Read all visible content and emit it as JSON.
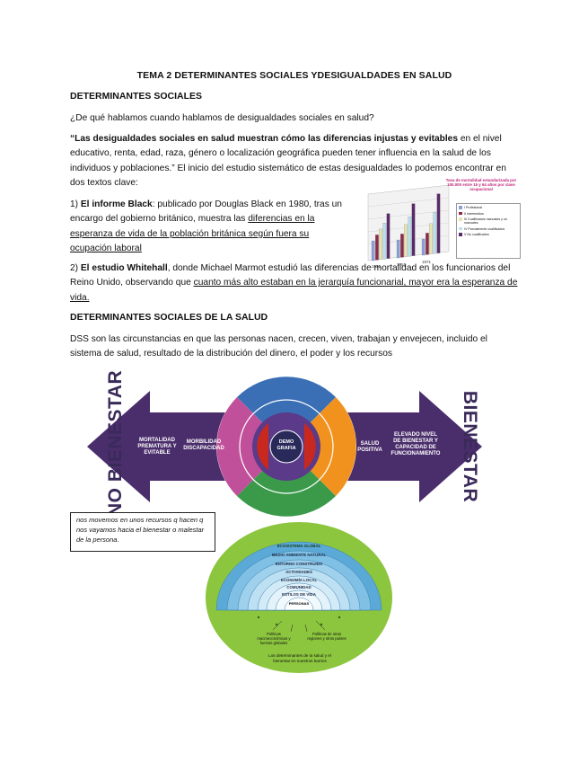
{
  "doc": {
    "title": "TEMA 2 DETERMINANTES SOCIALES YDESIGUALDADES EN SALUD",
    "h1": "DETERMINANTES SOCIALES",
    "question": "¿De qué hablamos cuando hablamos de desigualdades sociales en salud?",
    "quote_bold": "“Las desigualdades sociales en salud muestran cómo las diferencias injustas y evitables",
    "quote_rest": " en el nivel educativo, renta, edad, raza, género o localización geográfica pueden tener influencia en la salud de los individuos y poblaciones.” El inicio del estudio sistemático de estas desigualdades lo podemos encontrar en dos textos clave:",
    "item1_num": "1) ",
    "item1_bold": "El informe Black",
    "item1_text": ": publicado por Douglas Black en 1980, tras un encargo del gobierno británico, muestra las ",
    "item1_under": "diferencias en la esperanza de vida de la población británica según fuera su ocupación laboral",
    "item2_num": "2) ",
    "item2_bold": "El estudio Whitehall",
    "item2_text": ", donde Michael Marmot estudió las diferencias de mortalidad en los funcionarios del Reino Unido, observando que ",
    "item2_under": "cuanto más alto estaban en la jerarquía funcionarial, mayor era la esperanza de vida.",
    "h2": "DETERMINANTES SOCIALES DE LA SALUD",
    "dss_text": "DSS son las circunstancias en que las personas nacen, crecen, viven, trabajan y envejecen, incluido el sistema de salud, resultado de la distribución del dinero, el poder y los recursos",
    "note": "nos movemos en unos recursos q hacen q nos vayamos hacia el bienestar o malestar de la persona."
  },
  "black_chart": {
    "title": "Tasa de mortalidad estandarizada por 100.000 entre 15 y 64 años por clase ocupacional",
    "legend": [
      {
        "label": "I Profesional",
        "color": "#8aa0d6"
      },
      {
        "label": "II Intermedios",
        "color": "#8c2a4a"
      },
      {
        "label": "III Cualificados manuales y no manuales",
        "color": "#e8e4b0"
      },
      {
        "label": "IV Parcialmente cualificados",
        "color": "#b8e0f0"
      },
      {
        "label": "V No cualificados",
        "color": "#5a2a6a"
      }
    ],
    "years": [
      "1921",
      "1951",
      "1971"
    ]
  },
  "dss_diagram": {
    "left_word": "NO BIENESTAR",
    "right_word": "BIENESTAR",
    "left_arrow_1": "MORTALIDAD PREMATURA Y EVITABLE",
    "left_arrow_2": "MORBILIDAD DISCAPACIDAD",
    "right_arrow_1": "SALUD POSITIVA",
    "right_arrow_2": "ELEVADO NIVEL DE BIENESTAR Y CAPACIDAD DE FUNCIONAMIENTO",
    "center": "DEMO GRAFIA",
    "colors": {
      "arrow": "#4a2d6b",
      "purple": "#5b3a8a",
      "blue": "#3a6fb5",
      "orange": "#f2921e",
      "magenta": "#c0509a",
      "green": "#3a9a4a",
      "red": "#c8281e"
    }
  },
  "eco_diagram": {
    "rings": [
      "ECOSISTEMA GLOBAL",
      "MEDIO AMBIENTE NATURAL",
      "ENTORNO CONSTRUIDO",
      "ACTIVIDADES",
      "ECONOMÍA LOCAL",
      "COMUNIDAD",
      "ESTILOS DE VIDA",
      "PERSONAS"
    ],
    "bottom_left": "Políticas macroeconómicas y fuerzas globales",
    "bottom_right": "Políticas de otras regiones y otros países",
    "caption": "Los determinantes de la salud y el bienestar en nuestros barrios"
  }
}
